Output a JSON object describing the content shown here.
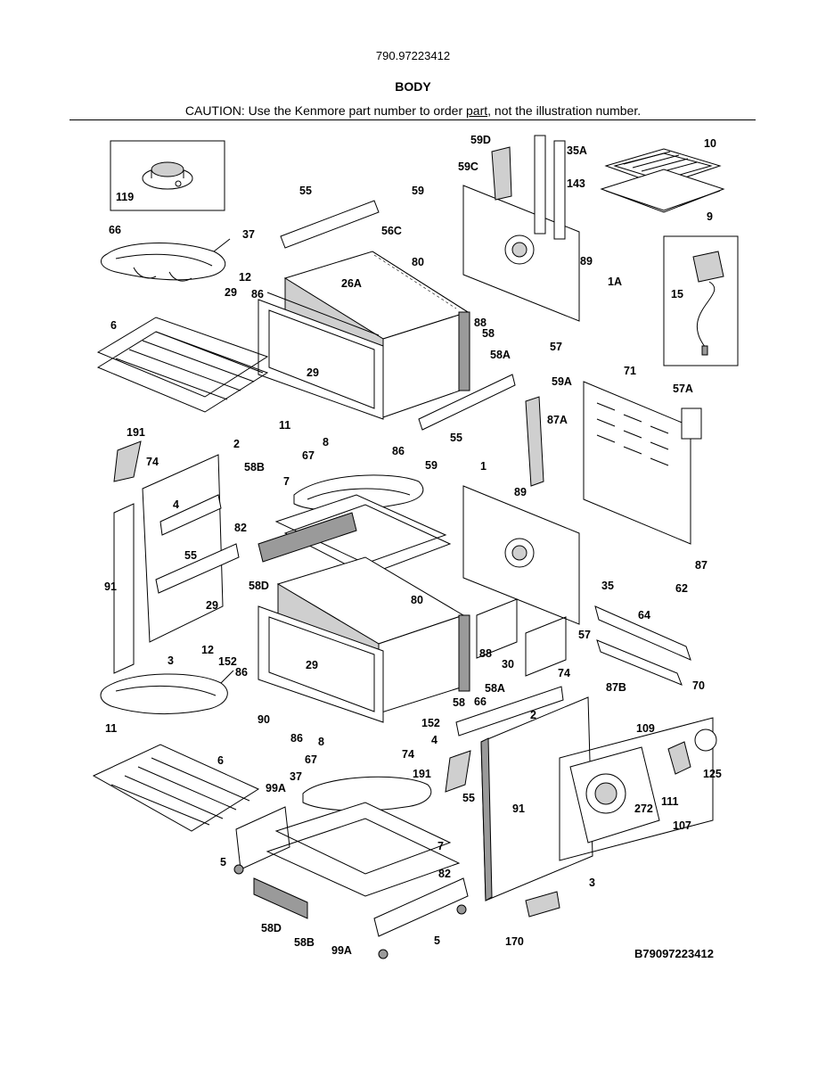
{
  "header": {
    "model_number": "790.97223412",
    "section_title": "BODY",
    "caution_prefix": "CAUTION: Use the Kenmore part number to order ",
    "caution_link": "part",
    "caution_suffix": ", not the illustration number."
  },
  "diagram_code": "B79097223412",
  "callouts": [
    "119",
    "66",
    "37",
    "55",
    "59",
    "56C",
    "59D",
    "59C",
    "35A",
    "143",
    "10",
    "9",
    "80",
    "89",
    "1A",
    "12",
    "29",
    "86",
    "26A",
    "88",
    "57",
    "15",
    "6",
    "58",
    "58A",
    "29",
    "11",
    "86",
    "55",
    "59A",
    "71",
    "57A",
    "87A",
    "191",
    "74",
    "2",
    "4",
    "8",
    "67",
    "7",
    "58B",
    "82",
    "59",
    "1",
    "89",
    "55",
    "58D",
    "87",
    "35",
    "62",
    "91",
    "80",
    "64",
    "29",
    "12",
    "152",
    "3",
    "86",
    "57",
    "88",
    "30",
    "70",
    "87B",
    "29",
    "58",
    "58A",
    "74",
    "66",
    "11",
    "90",
    "86",
    "152",
    "74",
    "2",
    "109",
    "125",
    "272",
    "111",
    "107",
    "4",
    "6",
    "8",
    "37",
    "67",
    "191",
    "99A",
    "55",
    "91",
    "7",
    "5",
    "82",
    "3",
    "58D",
    "58B",
    "99A",
    "5",
    "170"
  ]
}
